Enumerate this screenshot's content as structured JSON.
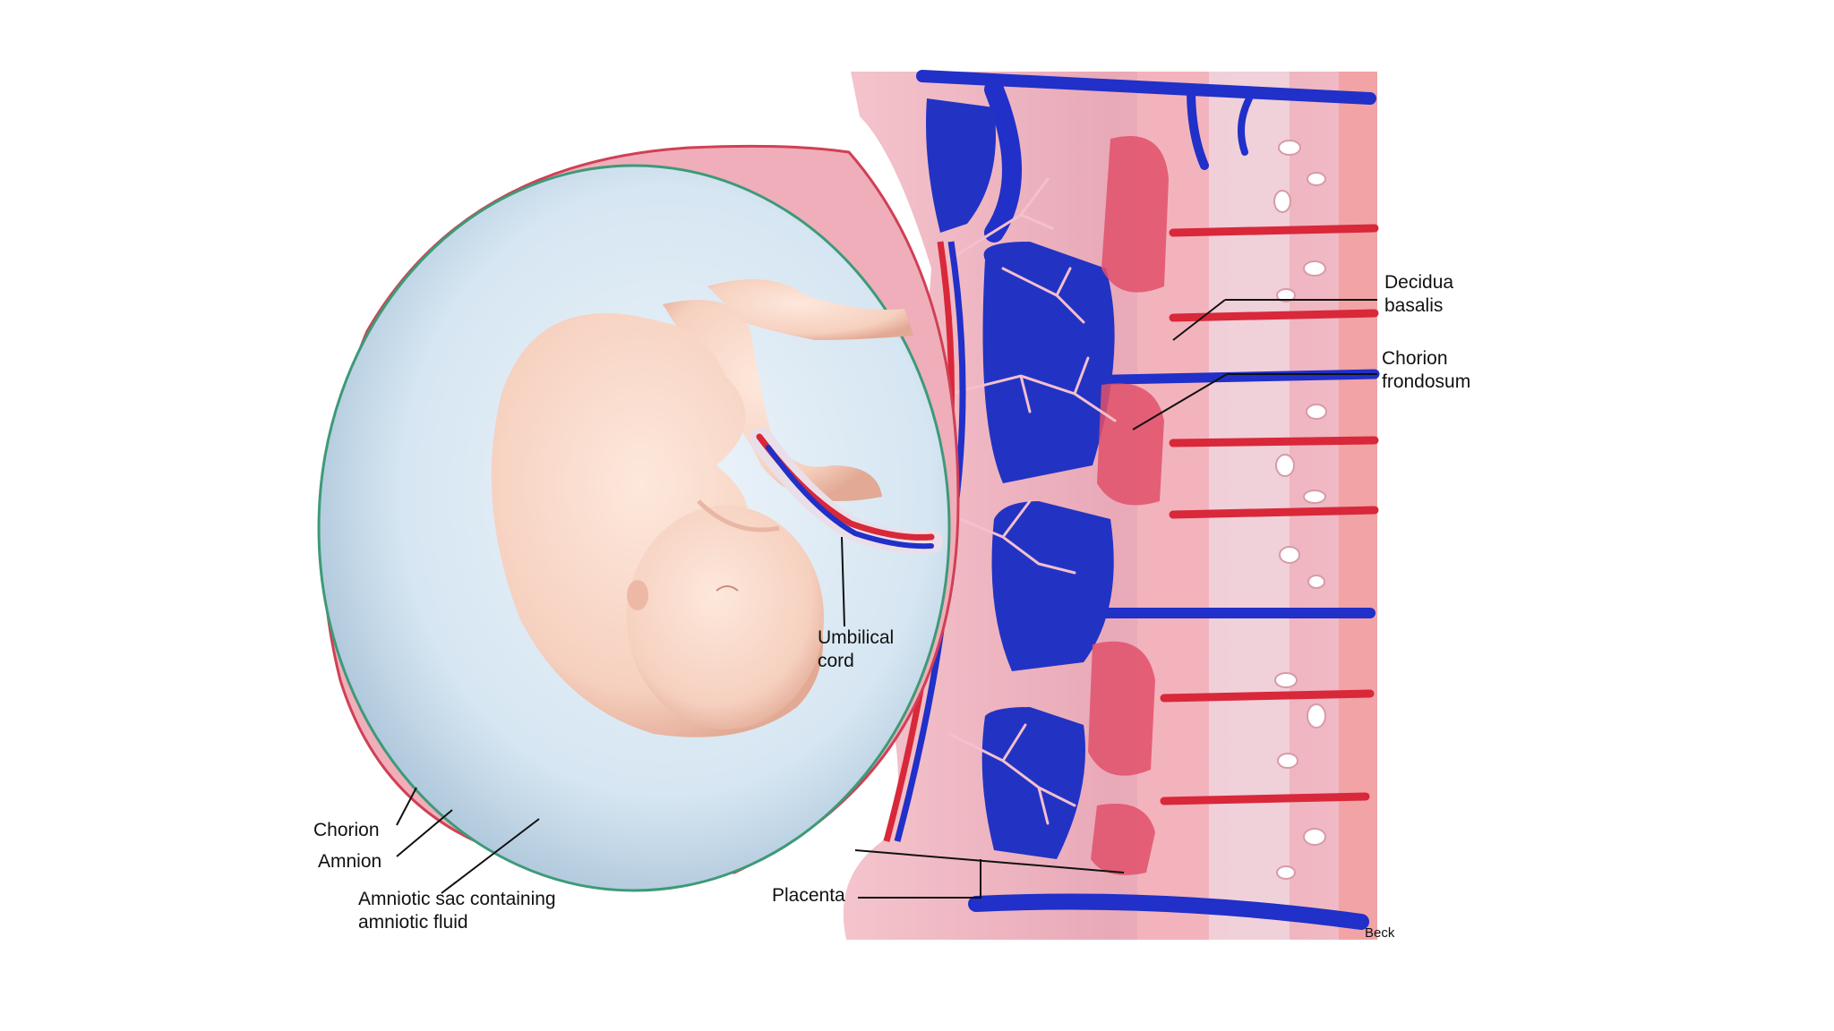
{
  "labels": {
    "decidua_basalis": [
      "Decidua",
      "basalis"
    ],
    "chorion_frondosum": [
      "Chorion",
      "frondosum"
    ],
    "umbilical_cord": [
      "Umbilical",
      "cord"
    ],
    "chorion": "Chorion",
    "amnion": "Amnion",
    "amniotic_sac": [
      "Amniotic sac containing",
      "amniotic fluid"
    ],
    "placenta": "Placenta",
    "artist": "Beck"
  },
  "colors": {
    "background": "#ffffff",
    "amniotic_fluid": "#d6e6f2",
    "uterine_tissue": "#f0b8c3",
    "maternal_vein": "#2030c8",
    "maternal_artery": "#d8283a",
    "fetus_skin": "#f6d3c2",
    "chorion_line": "#c94a5a",
    "amnion_line": "#3d9a78"
  }
}
